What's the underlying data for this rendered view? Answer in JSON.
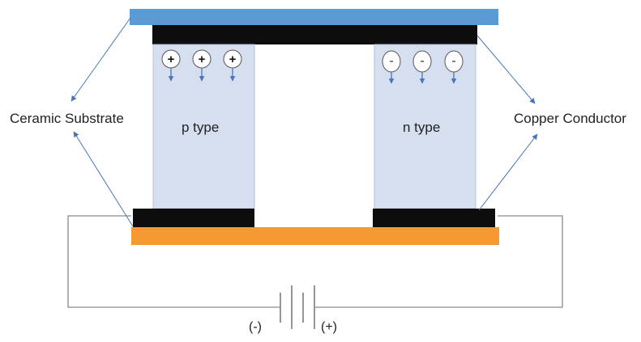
{
  "labels": {
    "ceramic_substrate": "Ceramic Substrate",
    "copper_conductor": "Copper Conductor",
    "p_type": "p type",
    "n_type": "n type",
    "negative_terminal": "(-)",
    "positive_terminal": "(+)"
  },
  "carriers": {
    "p_symbol": "+",
    "n_symbol": "-"
  },
  "colors": {
    "top_substrate": "#5b9bd5",
    "bottom_substrate": "#f59a32",
    "conductor": "#0d0d0d",
    "semiconductor_fill": "#d6dff0",
    "semiconductor_edge": "#b4bfd3",
    "arrow": "#4a74b8",
    "wire": "#8a8a8a"
  }
}
